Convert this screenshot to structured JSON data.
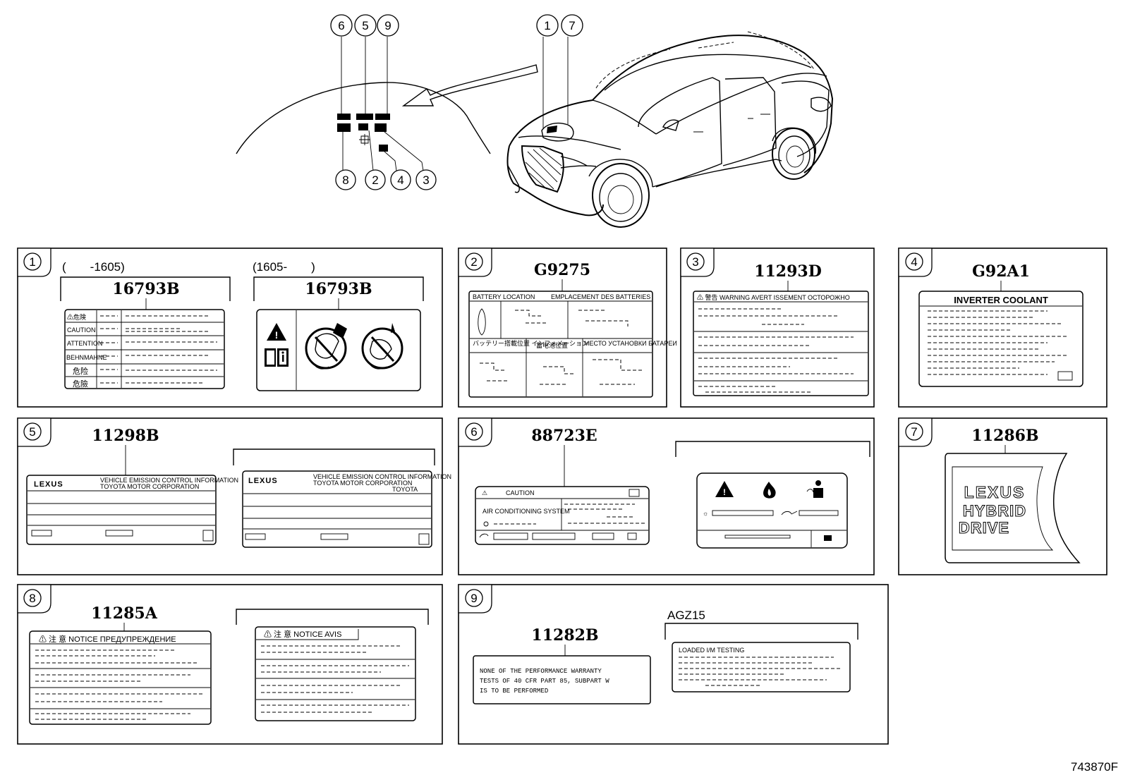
{
  "callout_numbers": {
    "n1": "1",
    "n2": "2",
    "n3": "3",
    "n4": "4",
    "n5": "5",
    "n6": "6",
    "n7": "7",
    "n8": "8",
    "n9": "9"
  },
  "panels": {
    "p1": {
      "number": "1",
      "left_range": "(　　-1605)",
      "right_range": "(1605-　　)",
      "left_part": "16793B",
      "right_part": "16793B",
      "label_rows": [
        "⚠危険",
        "CAUTION",
        "ATTENTION",
        "BEHNMAHNE",
        "危险",
        "危險"
      ]
    },
    "p2": {
      "number": "2",
      "part": "G9275",
      "header_left": "BATTERY LOCATION",
      "header_right": "EMPLACEMENT DES BATTERIES",
      "row_jp": "バッテリー搭載位置 インフォメーション",
      "row_cn": "蓄电池位置",
      "row_ru": "МЕСТО УСТАНОВКИ БАТАРЕИ"
    },
    "p3": {
      "number": "3",
      "part": "11293D",
      "header": "⚠ 警告 WARNING AVERT ISSEMENT ОСТОРОЖНО"
    },
    "p4": {
      "number": "4",
      "part": "G92A1",
      "header": "INVERTER COOLANT"
    },
    "p5": {
      "number": "5",
      "part": "11298B",
      "brand": "LEXUS",
      "title": "VEHICLE EMISSION CONTROL INFORMATION",
      "maker": "TOYOTA MOTOR CORPORATION",
      "brand2": "TOYOTA"
    },
    "p6": {
      "number": "6",
      "part": "88723E",
      "caution": "CAUTION",
      "system": "AIR CONDITIONING SYSTEM"
    },
    "p7": {
      "number": "7",
      "part": "11286B",
      "line1": "LEXUS",
      "line2": "HYBRID",
      "line3": "DRIVE"
    },
    "p8": {
      "number": "8",
      "part": "11285A",
      "header_left": "⚠ 注 意 NOTICE ПРЕДУПРЕЖДЕНИЕ",
      "header_right": "⚠ 注 意 NOTICE AVIS"
    },
    "p9": {
      "number": "9",
      "part": "11282B",
      "variant": "AGZ15",
      "text_lines": [
        "NONE OF THE PERFORMANCE WARRANTY",
        "TESTS OF 40 CFR PART 85, SUBPART W",
        "IS TO BE PERFORMED"
      ],
      "right_header": "LOADED I/M TESTING"
    }
  },
  "figure_id": "743870F"
}
